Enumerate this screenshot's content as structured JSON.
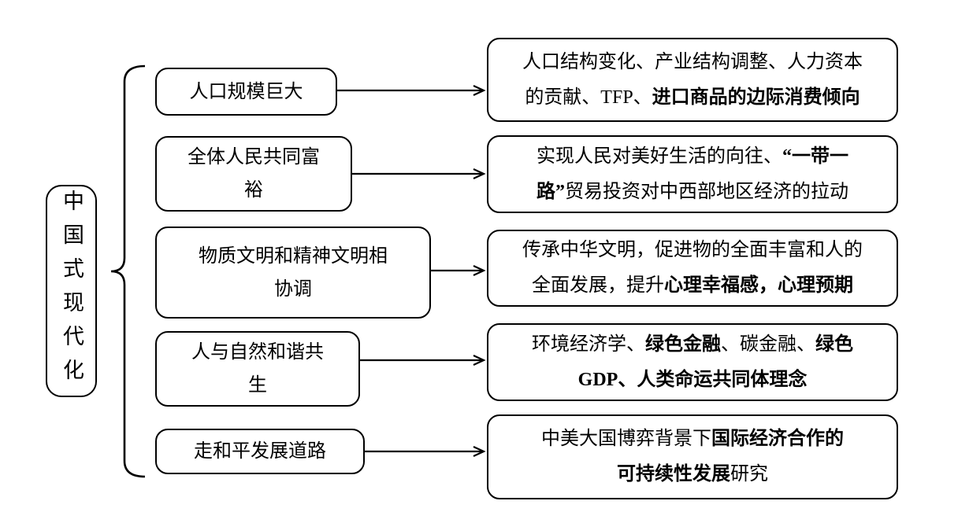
{
  "root": {
    "label": "中国式现代化"
  },
  "rows": [
    {
      "branch_lines": [
        "人口规模巨大"
      ],
      "detail_lines": [
        [
          {
            "t": "人口结构变化、产业结构调整、人力资本",
            "b": false
          }
        ],
        [
          {
            "t": "的贡献、TFP、",
            "b": false
          },
          {
            "t": "进口商品的边际消费倾向",
            "b": true
          }
        ]
      ]
    },
    {
      "branch_lines": [
        "全体人民共同富",
        "裕"
      ],
      "detail_lines": [
        [
          {
            "t": "实现人民对美好生活的向往、",
            "b": false
          },
          {
            "t": "“一带一",
            "b": true
          }
        ],
        [
          {
            "t": "路”",
            "b": true
          },
          {
            "t": "贸易投资对中西部地区经济的拉动",
            "b": false
          }
        ]
      ]
    },
    {
      "branch_lines": [
        "物质文明和精神文明相",
        "协调"
      ],
      "detail_lines": [
        [
          {
            "t": "传承中华文明，促进物的全面丰富和人的",
            "b": false
          }
        ],
        [
          {
            "t": "全面发展，提升",
            "b": false
          },
          {
            "t": "心理幸福感，心理预期",
            "b": true
          }
        ]
      ]
    },
    {
      "branch_lines": [
        "人与自然和谐共",
        "生"
      ],
      "detail_lines": [
        [
          {
            "t": "环境经济学、",
            "b": false
          },
          {
            "t": "绿色金融",
            "b": true
          },
          {
            "t": "、碳金融、",
            "b": false
          },
          {
            "t": "绿色",
            "b": true
          }
        ],
        [
          {
            "t": "GDP、人类命运共同体理念",
            "b": true
          }
        ]
      ]
    },
    {
      "branch_lines": [
        "走和平发展道路"
      ],
      "detail_lines": [
        [
          {
            "t": "中美大国博弈背景下",
            "b": false
          },
          {
            "t": "国际经济合作的",
            "b": true
          }
        ],
        [
          {
            "t": "可持续性发展",
            "b": true
          },
          {
            "t": "研究",
            "b": false
          }
        ]
      ]
    }
  ],
  "connector_color": "#000000"
}
